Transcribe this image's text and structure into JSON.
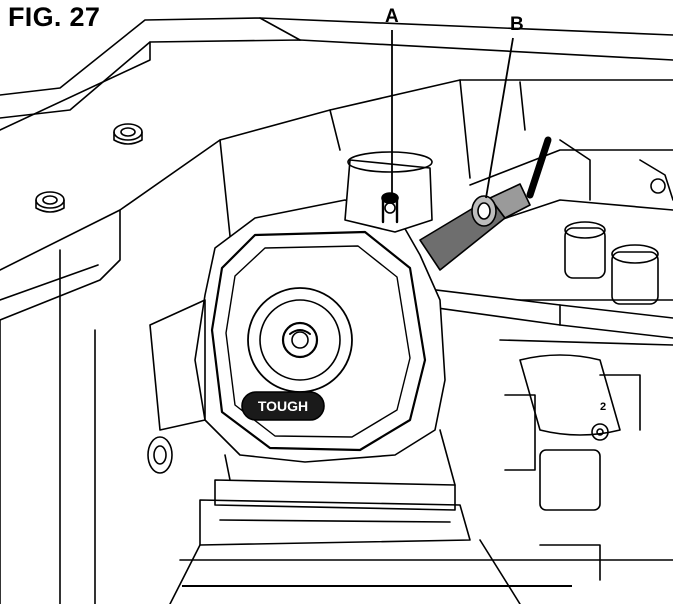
{
  "figure": {
    "title": "FIG. 27",
    "callouts": {
      "a": "A",
      "b": "B"
    },
    "engine_cover_badge": "TOUGH",
    "part_number_mark": "2",
    "colors": {
      "ink": "#000000",
      "paper": "#ffffff",
      "shade": "#9a9a9a",
      "boot": "#6e6e6e"
    }
  }
}
